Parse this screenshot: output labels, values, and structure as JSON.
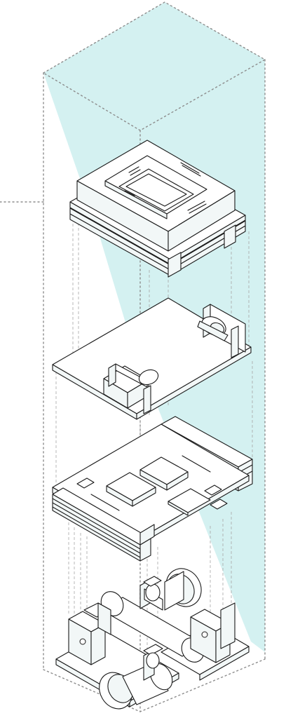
{
  "diagram": {
    "style": "isometric exploded line drawing",
    "colors": {
      "line": "#1a1a1a",
      "projection_band": "#cdeeee",
      "bounding_dotted": "#8d8d8d",
      "leader_dashed": "#a6a6a6",
      "background": "#ffffff"
    },
    "components": [
      "top-frame-assembly",
      "circuit-board-with-fan",
      "stacked-board-assembly",
      "base-motor-assembly"
    ]
  }
}
